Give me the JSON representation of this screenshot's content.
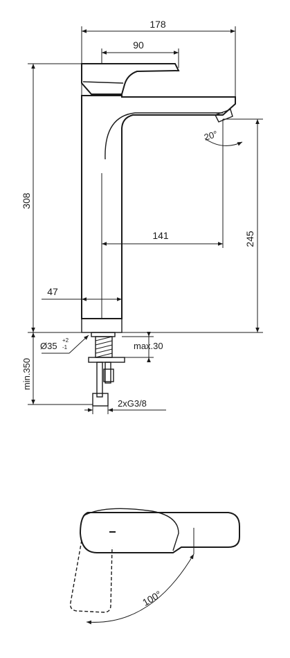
{
  "dimensions": {
    "total_length": "178",
    "handle_length": "90",
    "total_height": "308",
    "spout_height": "245",
    "spout_reach": "141",
    "base_width": "47",
    "hole_diameter": "Ø35",
    "hole_tol_plus": "+2",
    "hole_tol_minus": "-1",
    "max_thickness": "max.30",
    "min_hose": "min.350",
    "connection": "2xG3/8",
    "spout_angle": "20°",
    "lever_angle": "100°"
  },
  "colors": {
    "line": "#1a1a1a",
    "background": "#ffffff"
  }
}
